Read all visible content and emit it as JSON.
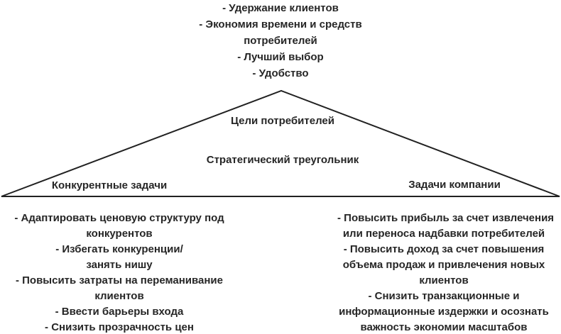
{
  "diagram": {
    "title_label": "Стратегический треугольник",
    "top_list": {
      "lines": [
        "- Удержание клиентов",
        "- Экономия времени и средств",
        "потребителей",
        "- Лучший выбор",
        "- Удобство"
      ]
    },
    "triangle": {
      "apex_label": "Цели потребителей",
      "center_label": "Стратегический треугольник",
      "left_label": "Конкурентные задачи",
      "right_label": "Задачи компании",
      "line_color": "#212121",
      "text_color": "#262626"
    },
    "bottom_left_list": {
      "lines": [
        "- Адаптировать ценовую структуру под",
        "конкурентов",
        "- Избегать конкуренции/",
        "занять нишу",
        "- Повысить затраты на переманивание",
        "клиентов",
        "- Ввести барьеры входа",
        "- Снизить прозрачность цен"
      ]
    },
    "bottom_right_list": {
      "lines": [
        "- Повысить прибыль за счет извлечения",
        "или переноса надбавки потребителей",
        "- Повысить доход за счет повышения",
        "объема продаж и привлечения новых",
        "клиентов",
        "- Снизить транзакционные и",
        "информационные издержки и осознать",
        "важность экономии масштабов"
      ]
    }
  }
}
